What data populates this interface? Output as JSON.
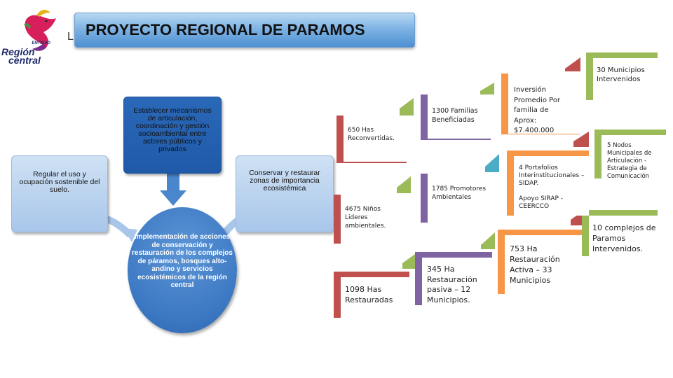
{
  "header": {
    "logo_small": "ENTIDAD",
    "logo_line1": "Región",
    "logo_line2": "central",
    "l_letter": "L",
    "title": "PROYECTO REGIONAL DE PARAMOS"
  },
  "diagram": {
    "left_box": "Regular el uso  y ocupación sostenible del suelo.",
    "top_box": "Establecer mecanismos de articulación, coordinación y gestión socioambiental entre actores públicos y privados",
    "right_box": "Conservar y restaurar zonas de importancia ecosistémica",
    "center": "Implementación de acciones de conservación y restauración de los complejos de páramos, bosques alto-andino y servicios ecosistémicos de la región central"
  },
  "staircases": [
    {
      "steps": [
        {
          "text": "650 Has Reconvertidas.",
          "color": "#c0504d"
        },
        {
          "text": "1300 Familias Beneficiadas",
          "color": "#8064a2"
        },
        {
          "text": "Inversión Promedio Por familia  de Aprox: $7.400.000",
          "color": "#f79646"
        },
        {
          "text": "30 Municipios Intervenidos",
          "color": "#9bbb59"
        }
      ]
    },
    {
      "steps": [
        {
          "text": "4675 Niños Lideres ambientales.",
          "color": "#c0504d"
        },
        {
          "text": "1785 Promotores Ambientales",
          "color": "#8064a2"
        },
        {
          "text": "4 Portafolios Interinstitucionales – SIDAP.",
          "extra": "Apoyo SIRAP - CEERCCO",
          "color": "#f79646"
        },
        {
          "text": "5 Nodos Municipales de Articulación - Estrategia de Comunicación",
          "color": "#9bbb59"
        }
      ]
    },
    {
      "steps": [
        {
          "text": "1098 Has Restauradas",
          "color": "#c0504d"
        },
        {
          "text": "345 Ha Restauración pasiva – 12 Municipios.",
          "color": "#8064a2"
        },
        {
          "text": "753 Ha Restauración Activa – 33 Municipios",
          "color": "#f79646"
        },
        {
          "text": "10 complejos de Paramos Intervenidos.",
          "color": "#9bbb59"
        }
      ]
    }
  ],
  "colors": {
    "red": "#c0504d",
    "purple": "#8064a2",
    "orange": "#f79646",
    "green": "#9bbb59",
    "teal": "#4bacc6",
    "blue_dark": "#1f5aa8"
  }
}
